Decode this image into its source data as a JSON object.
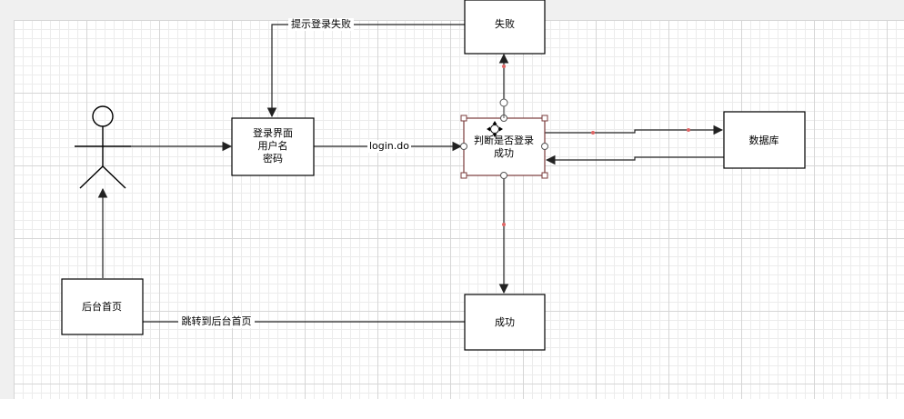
{
  "nodes": {
    "login_page": {
      "lines": [
        "登录界面",
        "用户名",
        "密码"
      ]
    },
    "judge": {
      "lines": [
        "判断是否登录",
        "成功"
      ]
    },
    "fail": {
      "label": "失败"
    },
    "success": {
      "label": "成功"
    },
    "database": {
      "label": "数据库"
    },
    "admin_home": {
      "label": "后台首页"
    }
  },
  "edges": {
    "login_do": "login.do",
    "prompt_fail": "提示登录失败",
    "redirect_home": "跳转到后台首页"
  },
  "colors": {
    "selected_border": "#7a3b3b",
    "waypoint": "#e06666",
    "grid_major": "#d6d6d6",
    "grid_minor": "#ececec"
  }
}
